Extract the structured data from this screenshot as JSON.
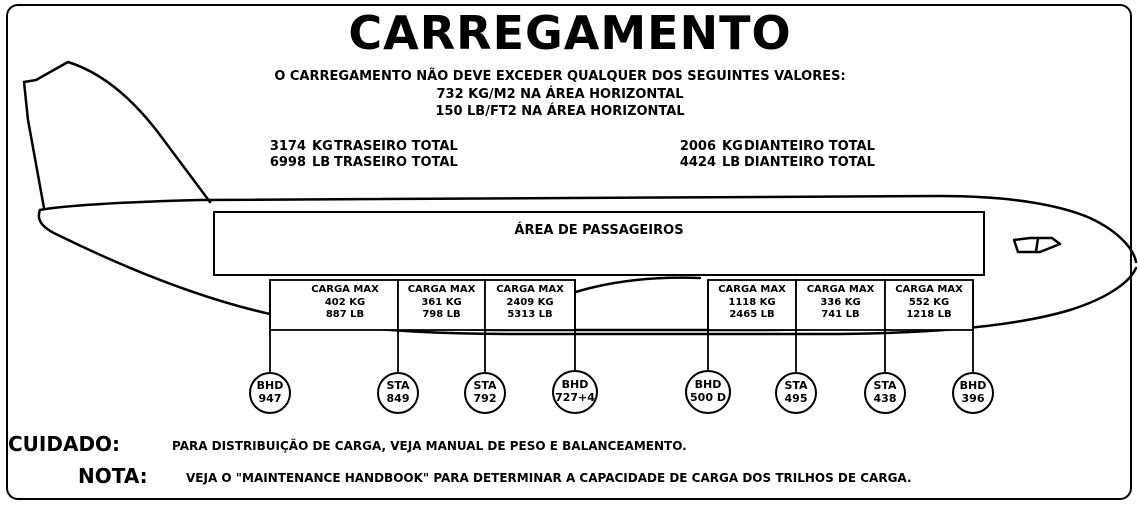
{
  "title": "CARREGAMENTO",
  "limits": {
    "line1": "O CARREGAMENTO NÃO DEVE EXCEDER QUALQUER DOS SEGUINTES VALORES:",
    "line2": "732 KG/M2 NA ÁREA HORIZONTAL",
    "line3": "150 LB/FT2  NA ÁREA HORIZONTAL"
  },
  "totals": {
    "rear": [
      {
        "value": "3174",
        "unit": "KG",
        "label": "TRASEIRO TOTAL"
      },
      {
        "value": "6998",
        "unit": "LB",
        "label": "TRASEIRO TOTAL"
      }
    ],
    "front": [
      {
        "value": "2006",
        "unit": "KG",
        "label": "DIANTEIRO TOTAL"
      },
      {
        "value": "4424",
        "unit": "LB",
        "label": "DIANTEIRO TOTAL"
      }
    ]
  },
  "passenger_area": "ÁREA DE PASSAGEIROS",
  "cargo_zones": [
    {
      "label": "CARGA MAX",
      "kg": "402 KG",
      "lb": "887 LB"
    },
    {
      "label": "CARGA MAX",
      "kg": "361 KG",
      "lb": "798 LB"
    },
    {
      "label": "CARGA MAX",
      "kg": "2409 KG",
      "lb": "5313 LB"
    },
    {
      "label": "CARGA MAX",
      "kg": "1118 KG",
      "lb": "2465 LB"
    },
    {
      "label": "CARGA MAX",
      "kg": "336 KG",
      "lb": "741 LB"
    },
    {
      "label": "CARGA MAX",
      "kg": "552 KG",
      "lb": "1218 LB"
    }
  ],
  "stations": [
    {
      "type": "BHD",
      "value": "947"
    },
    {
      "type": "STA",
      "value": "849"
    },
    {
      "type": "STA",
      "value": "792"
    },
    {
      "type": "BHD",
      "value": "727+4"
    },
    {
      "type": "BHD",
      "value": "500 D"
    },
    {
      "type": "STA",
      "value": "495"
    },
    {
      "type": "STA",
      "value": "438"
    },
    {
      "type": "BHD",
      "value": "396"
    }
  ],
  "caution": {
    "title": "CUIDADO:",
    "text": "PARA DISTRIBUIÇÃO DE CARGA, VEJA MANUAL DE PESO E BALANCEAMENTO."
  },
  "note": {
    "title": "NOTA:",
    "text": "VEJA O \"MAINTENANCE HANDBOOK\" PARA DETERMINAR A CAPACIDADE DE CARGA DOS TRILHOS DE CARGA."
  }
}
